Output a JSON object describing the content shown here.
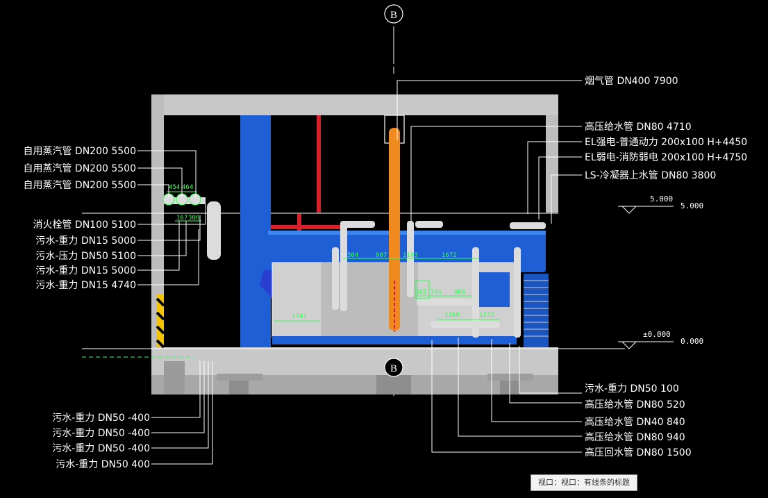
{
  "axis": {
    "label": "B"
  },
  "top_callout": {
    "text": "烟气管 DN400 7900"
  },
  "right_callouts": [
    "高压给水管 DN80 4710",
    "EL强电-普通动力 200x100 H+4450",
    "EL弱电-消防弱电 200x100 H+4750",
    "LS-冷凝器上水管 DN80 3800"
  ],
  "left_callouts": [
    "自用蒸汽管 DN200 5500",
    "自用蒸汽管 DN200 5500",
    "自用蒸汽管 DN200 5500",
    "消火栓管 DN100 5100",
    "污水-重力 DN15 5000",
    "污水-压力 DN50 5100",
    "污水-重力 DN15 5000",
    "污水-重力 DN15 4740"
  ],
  "bottom_left_callouts": [
    "污水-重力 DN50 -400",
    "污水-重力 DN50 -400",
    "污水-重力 DN50 -400",
    "污水-重力 DN50 400"
  ],
  "bottom_right_callouts": [
    "污水-重力 DN50 100",
    "高压给水管 DN80 520",
    "高压给水管 DN40 840",
    "高压给水管 DN80 940",
    "高压回水管 DN80 1500"
  ],
  "levels": [
    {
      "mark": "5.000",
      "value": "5.000"
    },
    {
      "mark": "±0.000",
      "value": "0.000"
    }
  ],
  "dimensions": {
    "steam_spacing": [
      "454",
      "464"
    ],
    "small_dims": [
      "167",
      "306"
    ],
    "top_dims": [
      "504",
      "907",
      "1183",
      "1672"
    ],
    "mid_dims": [
      "365",
      "741",
      "966"
    ],
    "low_dims": [
      "1741",
      "1160",
      "1172"
    ]
  },
  "viewport_label": "视口：视口：有线条的标题",
  "colors": {
    "background": "#000000",
    "wall": "#c8c8c8",
    "blue_pipe": "#1e5fd6",
    "flue_pipe": "#f08a1e",
    "dim_green": "#33ff55",
    "red_pipe": "#d8202a",
    "leader": "#ffffff"
  }
}
